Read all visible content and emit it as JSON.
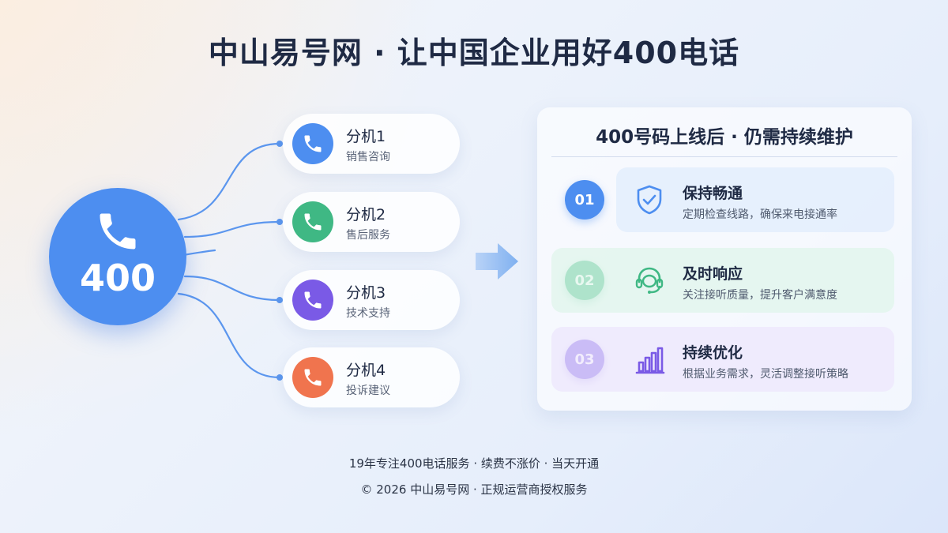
{
  "title": "中山易号网 · 让中国企业用好400电话",
  "hub": {
    "number": "400",
    "icon": "phone-icon"
  },
  "extensions": [
    {
      "title": "分机1",
      "subtitle": "销售咨询",
      "color": "#4d8ef0",
      "icon": "phone-icon"
    },
    {
      "title": "分机2",
      "subtitle": "售后服务",
      "color": "#3fb884",
      "icon": "phone-icon"
    },
    {
      "title": "分机3",
      "subtitle": "技术支持",
      "color": "#7a5ae6",
      "icon": "phone-icon"
    },
    {
      "title": "分机4",
      "subtitle": "投诉建议",
      "color": "#f0744e",
      "icon": "phone-icon"
    }
  ],
  "panel": {
    "title": "400号码上线后 · 仍需持续维护",
    "steps": [
      {
        "num": "01",
        "title": "保持畅通",
        "desc": "定期检查线路，确保来电接通率",
        "color": "#4d8ef0",
        "icon": "shield-check-icon"
      },
      {
        "num": "02",
        "title": "及时响应",
        "desc": "关注接听质量，提升客户满意度",
        "color": "#3fb884",
        "icon": "headset-icon"
      },
      {
        "num": "03",
        "title": "持续优化",
        "desc": "根据业务需求，灵活调整接听策略",
        "color": "#7a5ae6",
        "icon": "bar-chart-icon"
      }
    ]
  },
  "footer": {
    "line1": "19年专注400电话服务 · 续费不涨价 · 当天开通",
    "line2": "© 2026 中山易号网 · 正规运营商授权服务"
  }
}
